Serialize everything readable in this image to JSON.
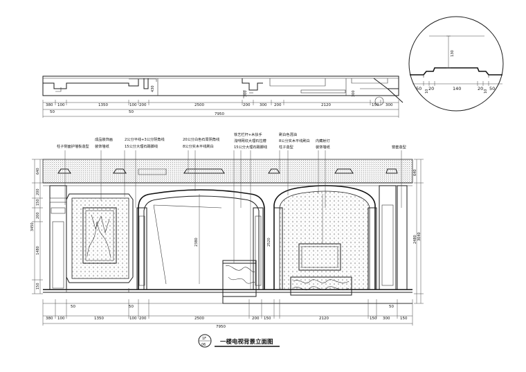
{
  "title": "一楼电视背景立面图",
  "title_tag": {
    "top": "1F",
    "bottom": "06"
  },
  "callouts": [
    {
      "text": "柱子侧面护墙板造型"
    },
    {
      "text": "成品装饰画"
    },
    {
      "text": "装饰墙纸"
    },
    {
      "text": "2公分平线+3公分阴角线"
    },
    {
      "text": "15公分大理石踢脚线"
    },
    {
      "text": "20公分白色石膏阴角线"
    },
    {
      "text": "8公分实木平线刷白"
    },
    {
      "text": "铁艺栏杆+木扶手"
    },
    {
      "text": "浅啡网纹大理石拉槽"
    },
    {
      "text": "15公分大理石踢脚线"
    },
    {
      "text": "刷白色混油"
    },
    {
      "text": "8公分实木平线刷白"
    },
    {
      "text": "柱子造型"
    },
    {
      "text": "内藏射灯"
    },
    {
      "text": "装饰墙纸"
    },
    {
      "text": "窗套造型"
    }
  ],
  "plan_dims": {
    "row1": [
      "380",
      "100",
      "1350",
      "100",
      "200",
      "2500",
      "200",
      "300",
      "200",
      "2120",
      "150",
      "300"
    ],
    "row0": [
      "50",
      "50"
    ],
    "total": "7950",
    "side": [
      "430",
      "300",
      "300"
    ]
  },
  "elev_dims": {
    "row1": [
      "380",
      "100",
      "1350",
      "100",
      "200",
      "2500",
      "200",
      "150",
      "2120",
      "150",
      "300",
      "150"
    ],
    "row0": [
      "50",
      "50",
      "50"
    ],
    "total": "7950",
    "left_vertical": [
      "640",
      "200",
      "150",
      "200",
      "1480",
      "150"
    ],
    "left_total": "3450",
    "right_vertical": [
      "640",
      "2480"
    ],
    "right_total": "3040",
    "inner": [
      "2380",
      "2520"
    ]
  },
  "detail_dims": {
    "height": "130",
    "bottom": [
      "50",
      "10",
      "20",
      "140",
      "20",
      "10",
      "50"
    ]
  }
}
